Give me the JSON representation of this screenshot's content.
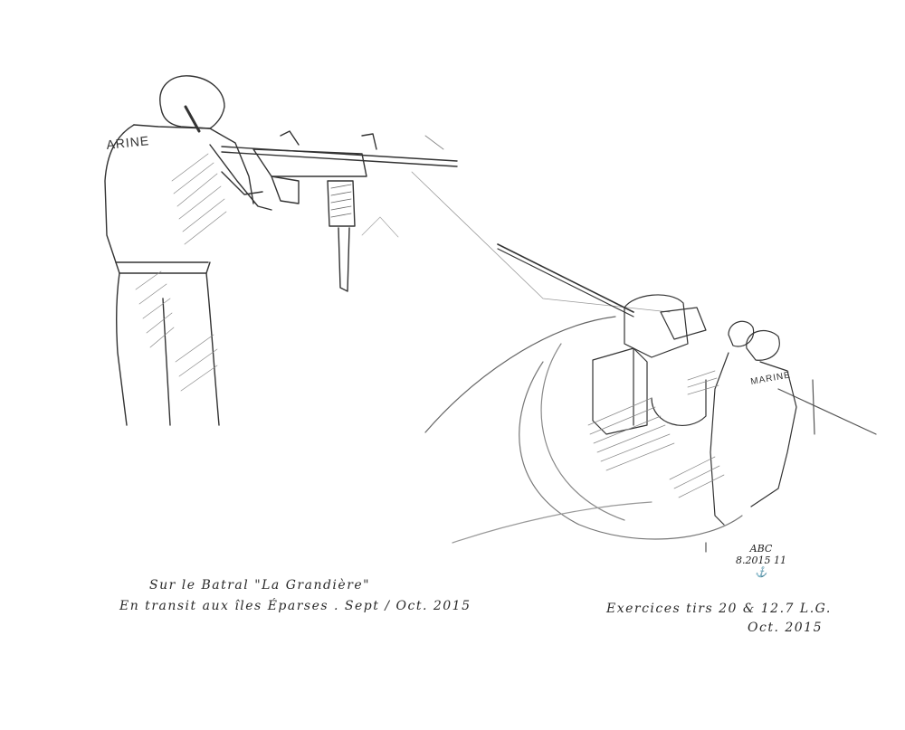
{
  "artwork": {
    "type": "pencil-sketch",
    "subjects": [
      {
        "name": "marine-rifleman",
        "description": "Sailor in helmet and jacket firing a machine gun to the right",
        "jacket_text": "ARINE"
      },
      {
        "name": "deck-gun-crew",
        "description": "Two helmeted sailors operating a mounted 20mm deck gun on a circular platform",
        "jacket_text": "MARINE"
      }
    ],
    "palette": {
      "background": "#ffffff",
      "pencil": "#333333",
      "shading": "#777777"
    }
  },
  "captions": {
    "left": {
      "line1": "Sur le Batral \"La Grandière\"",
      "line2": "En transit aux îles Éparses .  Sept / Oct. 2015"
    },
    "right": {
      "line1": "Exercices  tirs  20 & 12.7  L.G.",
      "line2": "Oct. 2015"
    }
  },
  "signature": {
    "line1": "ABC",
    "line2": "8.2015 11",
    "mark": "⚓"
  }
}
